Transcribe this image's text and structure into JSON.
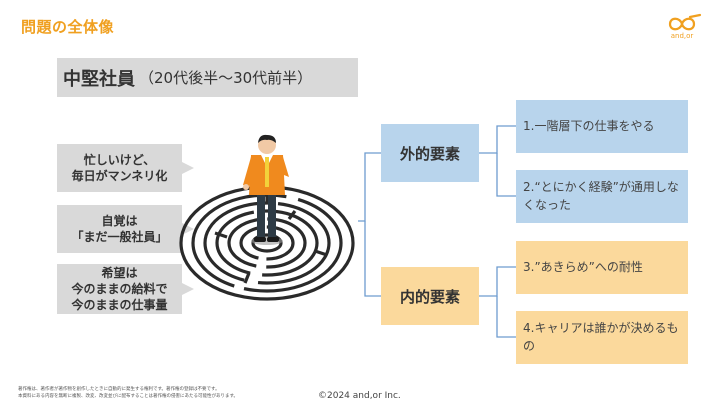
{
  "header": {
    "title": "問題の全体像",
    "logo_text": "and,or"
  },
  "subject": {
    "main": "中堅社員",
    "sub": "（20代後半〜30代前半）"
  },
  "callouts": [
    {
      "line1": "忙しいけど、",
      "line2": "毎日がマンネリ化",
      "line3": ""
    },
    {
      "line1": "自覚は",
      "line2": "「まだ一般社員」",
      "line3": ""
    },
    {
      "line1": "希望は",
      "line2": "今のままの給料で",
      "line3": "今のままの仕事量"
    }
  ],
  "factors": {
    "external": {
      "label": "外的要素",
      "items": [
        "1.一階層下の仕事をやる",
        "2.“とにかく経験”が通用しなくなった"
      ]
    },
    "internal": {
      "label": "内的要素",
      "items": [
        "3.”あきらめ”への耐性",
        "4.キャリアは誰かが決めるもの"
      ]
    }
  },
  "colors": {
    "accent": "#f0a020",
    "external_fill": "#b8d4ec",
    "internal_fill": "#fbd99c",
    "callout_fill": "#d9d9d9",
    "connector": "#6e9ccf"
  },
  "footer": {
    "note_line1": "著作権は、著作者が著作物を創作したときに自動的に発生する権利です。著作権の登録は不要です。",
    "note_line2": "本資料にある内容を無断に複製、改変、改変並びに配布することは著作権の侵害にあたる可能性があります。",
    "copyright": "©2024 and,or Inc."
  }
}
